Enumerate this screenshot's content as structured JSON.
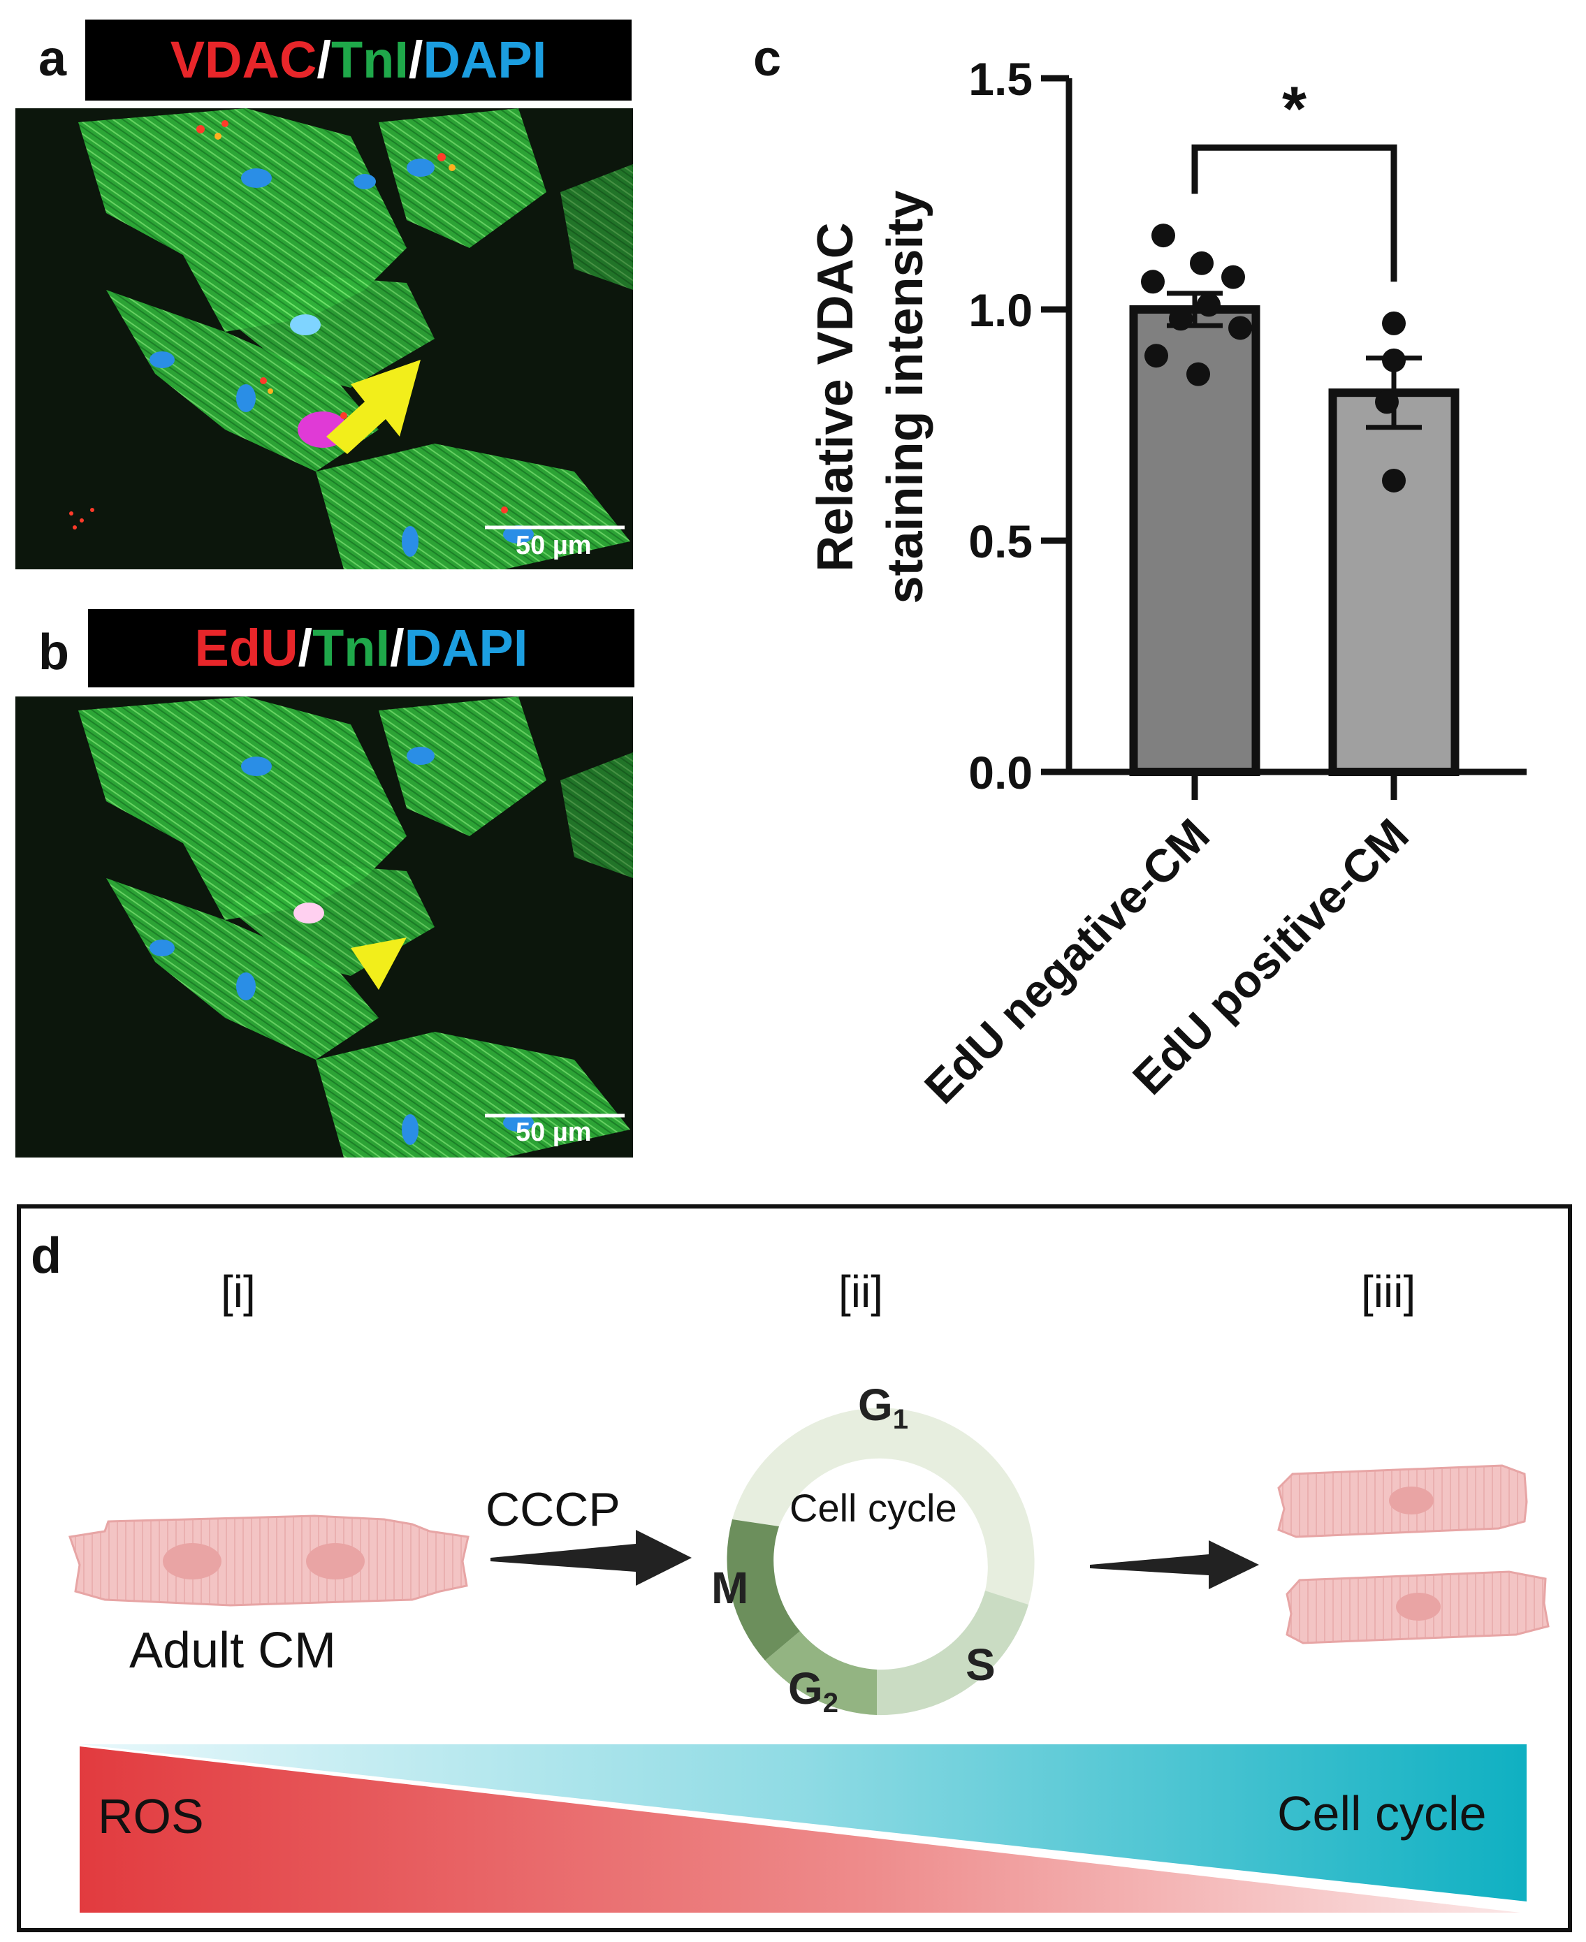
{
  "panels": {
    "a": {
      "letter": "a",
      "header": {
        "stain1": "VDAC",
        "sep1": "/",
        "stain2": "TnI",
        "sep2": "/",
        "stain3": "DAPI"
      },
      "scale_label": "50 µm"
    },
    "b": {
      "letter": "b",
      "header": {
        "stain1": "EdU",
        "sep1": "/",
        "stain2": "TnI",
        "sep2": "/",
        "stain3": "DAPI"
      },
      "scale_label": "50 µm"
    },
    "c": {
      "letter": "c"
    },
    "d": {
      "letter": "d",
      "stage1": "[i]",
      "stage2": "[ii]",
      "stage3": "[iii]",
      "treatment_label": "CCCP",
      "cell_label": "Adult CM",
      "cycle_center": "Cell cycle",
      "phases": {
        "g": "G",
        "g1_sub": "1",
        "s": "S",
        "g2_sub": "2",
        "m": "M"
      },
      "gradient_left": "ROS",
      "gradient_right": "Cell cycle"
    }
  },
  "colors": {
    "red_stain": "#e8262a",
    "green_stain": "#1fa84a",
    "blue_stain": "#1c9ee0",
    "bar_negative": "#808080",
    "bar_positive": "#a0a0a0",
    "arrow_yellow": "#f2ee1b",
    "ros_red": "#e23b3f",
    "cycle_teal": "#1bb7c7",
    "cell_pink": "#f2c2c2"
  },
  "chart_data": {
    "type": "bar",
    "categories": [
      "EdU negative-CM",
      "EdU positive-CM"
    ],
    "values": [
      1.0,
      0.82
    ],
    "errors": [
      0.035,
      0.075
    ],
    "points": [
      [
        1.16,
        1.1,
        1.07,
        1.06,
        1.01,
        0.98,
        0.96,
        0.9,
        0.86
      ],
      [
        0.97,
        0.89,
        0.8,
        0.63
      ]
    ],
    "ylabel": "Relative VDAC staining intensity",
    "ylabel_lines": [
      "Relative VDAC",
      "staining intensity"
    ],
    "ylim": [
      0,
      1.5
    ],
    "yticks": [
      "0.0",
      "0.5",
      "1.0",
      "1.5"
    ],
    "significance": "*"
  }
}
